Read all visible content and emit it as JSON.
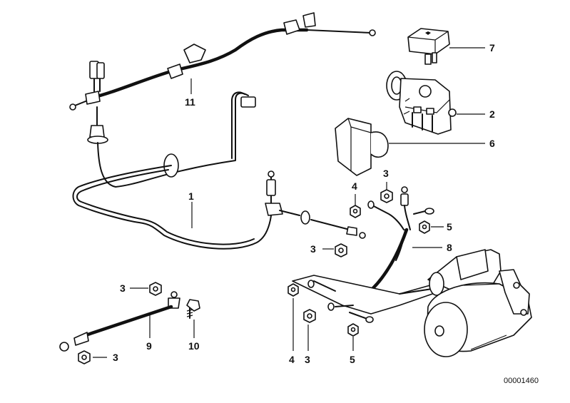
{
  "callouts": {
    "c1": "1",
    "c2": "2",
    "c3a": "3",
    "c3b": "3",
    "c3c": "3",
    "c3d": "3",
    "c3e": "3",
    "c4a": "4",
    "c4b": "4",
    "c5a": "5",
    "c5b": "5",
    "c6": "6",
    "c7": "7",
    "c8": "8",
    "c9": "9",
    "c10": "10",
    "c11": "11"
  },
  "diagram_code": "00001460"
}
